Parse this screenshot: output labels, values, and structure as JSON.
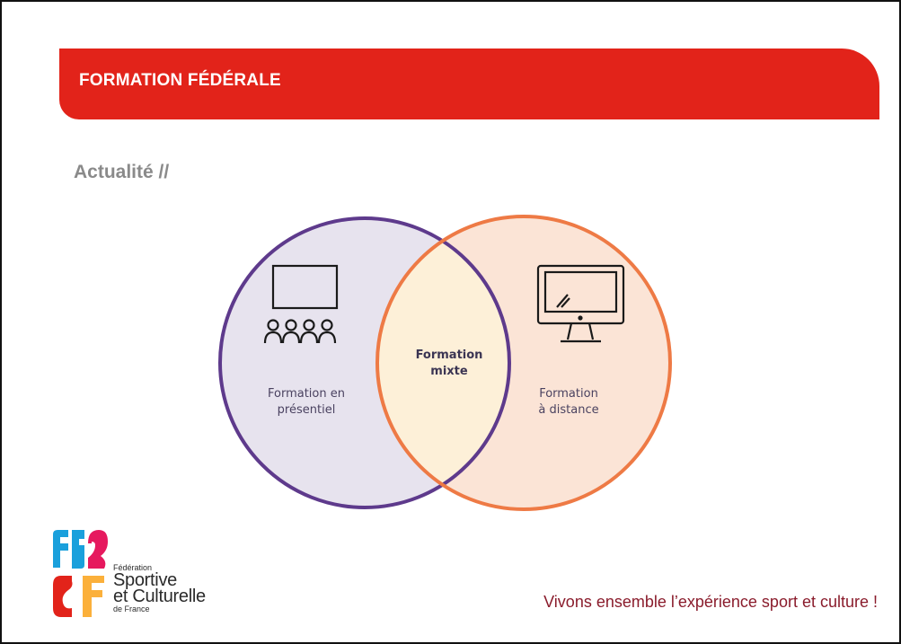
{
  "header": {
    "title": "FORMATION FÉDÉRALE"
  },
  "section": {
    "title": "Actualité //"
  },
  "venn": {
    "left": {
      "line1": "Formation en",
      "line2": "présentiel",
      "icon": "classroom-icon"
    },
    "center": {
      "line1": "Formation",
      "line2": "mixte"
    },
    "right": {
      "line1": "Formation",
      "line2": "à distance",
      "icon": "computer-monitor-icon"
    }
  },
  "logo": {
    "line1": "Fédération",
    "line2": "Sportive",
    "line3": "et Culturelle",
    "line4": "de France"
  },
  "footer": {
    "tagline": "Vivons ensemble l’expérience sport et culture !"
  },
  "colors": {
    "banner": "#e2231a",
    "left_circle_stroke": "#5e3a8c",
    "left_circle_fill": "#e7e3ee",
    "right_circle_stroke": "#ee7a45",
    "right_circle_fill": "#fbe4d6",
    "overlap_fill": "#fdf0d8",
    "tagline": "#8a1c2c"
  }
}
